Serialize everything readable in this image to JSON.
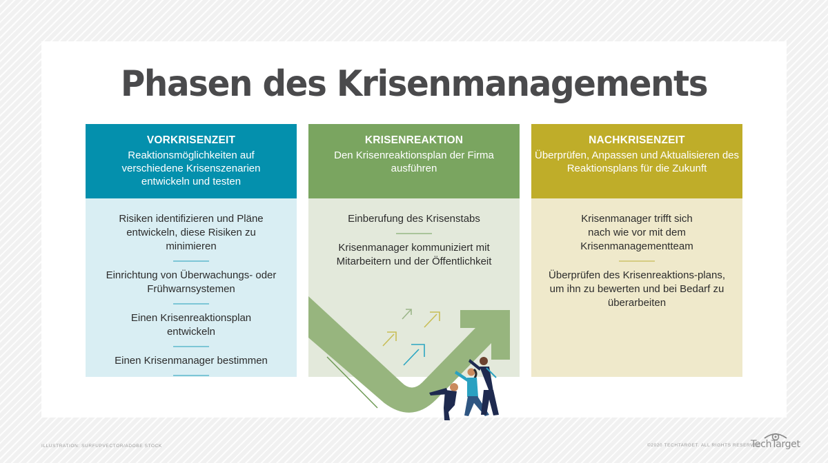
{
  "title": "Phasen des Krisenmanagements",
  "phases": [
    {
      "heading": "VORKRISENZEIT",
      "subtitle": "Reaktionsmöglichkeiten auf verschiedene Krisenszenarien entwickeln und testen",
      "color": "#0490ad",
      "items": [
        "Risiken identifizieren und Pläne entwickeln, diese Risiken zu minimieren",
        "Einrichtung von Überwachungs- oder Frühwarnsystemen",
        "Einen Krisenreaktionsplan entwickeln",
        "Einen Krisenmanager bestimmen"
      ]
    },
    {
      "heading": "KRISENREAKTION",
      "subtitle": "Den Krisenreaktionsplan der Firma ausführen",
      "color": "#7aa560",
      "items": [
        "Einberufung des Krisenstabs",
        "Krisenmanager kommuniziert mit Mitarbeitern und der Öffentlichkeit"
      ]
    },
    {
      "heading": "NACHKRISENZEIT",
      "subtitle": "Überprüfen, Anpassen und Aktualisieren des Reaktionsplans für die Zukunft",
      "color": "#bfad29",
      "items": [
        "Krisenmanager trifft sich nach wie vor mit dem Krisenmanagementteam",
        "Überprüfen des Krisenreaktions-plans, um ihn zu bewerten und bei Bedarf zu überarbeiten"
      ]
    }
  ],
  "illustration": {
    "description": "people-pushing-upward-arrow"
  },
  "footer": {
    "credit": "ILLUSTRATION: SURFUPVECTOR/ADOBE STOCK",
    "copyright": "©2020 TECHTARGET. ALL RIGHTS RESERVED",
    "logo": "TechTarget"
  }
}
